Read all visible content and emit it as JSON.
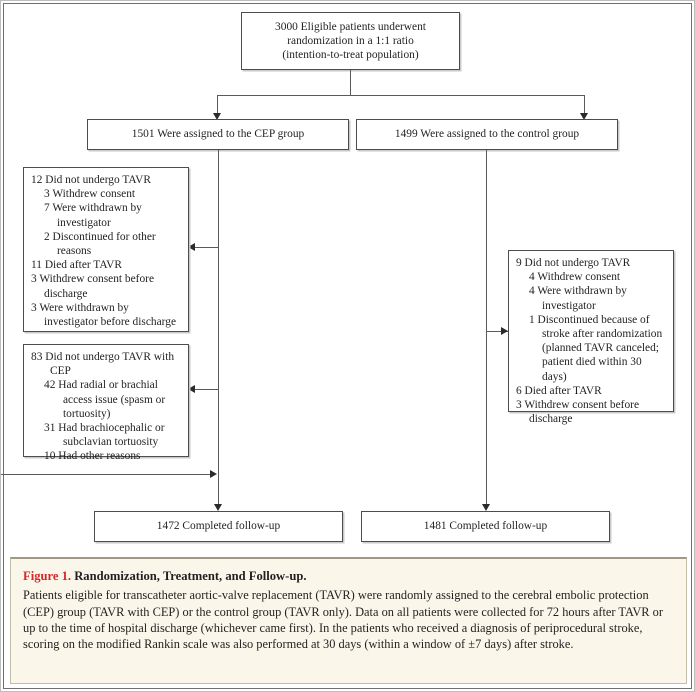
{
  "figure": {
    "caption_number": "Figure 1.",
    "caption_title": "Randomization, Treatment, and Follow-up.",
    "caption_body": "Patients eligible for transcatheter aortic-valve replacement (TAVR) were randomly assigned to the cerebral embolic protection (CEP) group (TAVR with CEP) or the control group (TAVR only). Data on all patients were collected for 72 hours after TAVR or up to the time of hospital discharge (whichever came first). In the patients who received a diagnosis of periprocedural stroke, scoring on the modified Rankin scale was also performed at 30 days (within a window of ±7 days) after stroke.",
    "accent_color": "#d7262b",
    "caption_background": "#faf6ea"
  },
  "flowchart": {
    "enrollment": {
      "line1": "3000 Eligible patients underwent",
      "line2": "randomization in a 1:1 ratio",
      "line3": "(intention-to-treat population)"
    },
    "allocation": {
      "cep": "1501 Were assigned to the CEP group",
      "control": "1499 Were assigned to the control group"
    },
    "cep_exclusions_1": [
      {
        "level": 0,
        "text": "12 Did not undergo TAVR"
      },
      {
        "level": 1,
        "text": "3 Withdrew consent"
      },
      {
        "level": 1,
        "text": "7 Were withdrawn by investigator"
      },
      {
        "level": 1,
        "text": "2 Discontinued for other reasons"
      },
      {
        "level": 0,
        "text": "11 Died after TAVR"
      },
      {
        "level": 1,
        "text": "3 Withdrew consent before discharge"
      },
      {
        "level": 1,
        "text": "3 Were withdrawn by investigator before discharge"
      }
    ],
    "cep_exclusions_2": [
      {
        "level": 0,
        "text": "83 Did not undergo TAVR with CEP"
      },
      {
        "level": 1,
        "text": "42 Had radial or brachial access issue (spasm or tortuosity)"
      },
      {
        "level": 1,
        "text": "31 Had brachiocephalic or subclavian tortuosity"
      },
      {
        "level": 1,
        "text": "10 Had other reasons"
      }
    ],
    "control_exclusions": [
      {
        "level": 0,
        "text": "9 Did not undergo TAVR"
      },
      {
        "level": 1,
        "text": "4 Withdrew consent"
      },
      {
        "level": 1,
        "text": "4 Were withdrawn by investigator"
      },
      {
        "level": 1,
        "text": "1 Discontinued because of stroke after randomization (planned TAVR canceled; patient died within 30 days)"
      },
      {
        "level": 0,
        "text": "6 Died after TAVR"
      },
      {
        "level": 0,
        "text": "3 Withdrew consent before discharge"
      }
    ],
    "followup": {
      "cep": "1472 Completed follow-up",
      "control": "1481 Completed follow-up"
    }
  }
}
